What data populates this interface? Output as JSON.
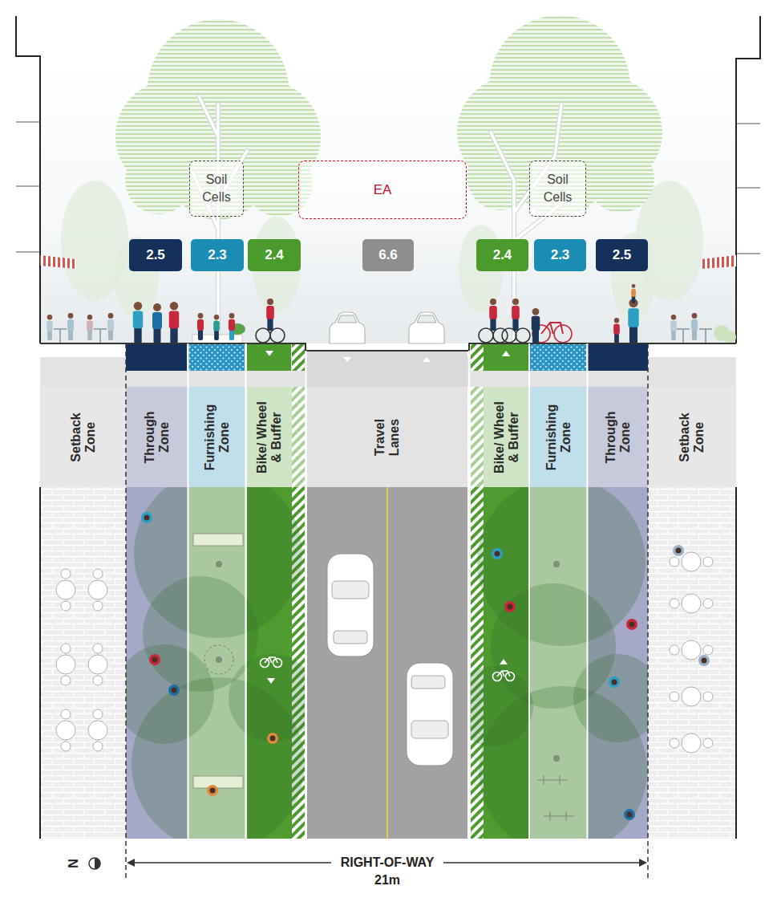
{
  "diagram": {
    "nodes": [
      {
        "text": [
          "Soil Cells"
        ]
      },
      {
        "text": [
          "EA"
        ]
      },
      {
        "text": [
          "Soil Cells"
        ]
      },
      {
        "text": [
          "2.5"
        ]
      },
      {
        "text": [
          "2.3"
        ]
      },
      {
        "text": [
          "2.4"
        ]
      },
      {
        "text": [
          "6.6"
        ]
      },
      {
        "text": [
          "2.4"
        ]
      },
      {
        "text": [
          "2.3"
        ]
      },
      {
        "text": [
          "2.5"
        ]
      },
      {
        "text": [
          "Setback Zone"
        ]
      },
      {
        "text": [
          "Through Zone"
        ]
      },
      {
        "text": [
          "Furnishing Zone"
        ]
      },
      {
        "text": [
          "Bike/ Wheel & Buffer"
        ]
      },
      {
        "text": [
          "Travel Lanes"
        ]
      },
      {
        "text": [
          "Bike/ Wheel & Buffer"
        ]
      },
      {
        "text": [
          "Furnishing Zone"
        ]
      },
      {
        "text": [
          "Through Zone"
        ]
      },
      {
        "text": [
          "Setback Zone"
        ]
      }
    ],
    "labels": [
      "N",
      "RIGHT-OF-WAY 21m"
    ]
  }
}
